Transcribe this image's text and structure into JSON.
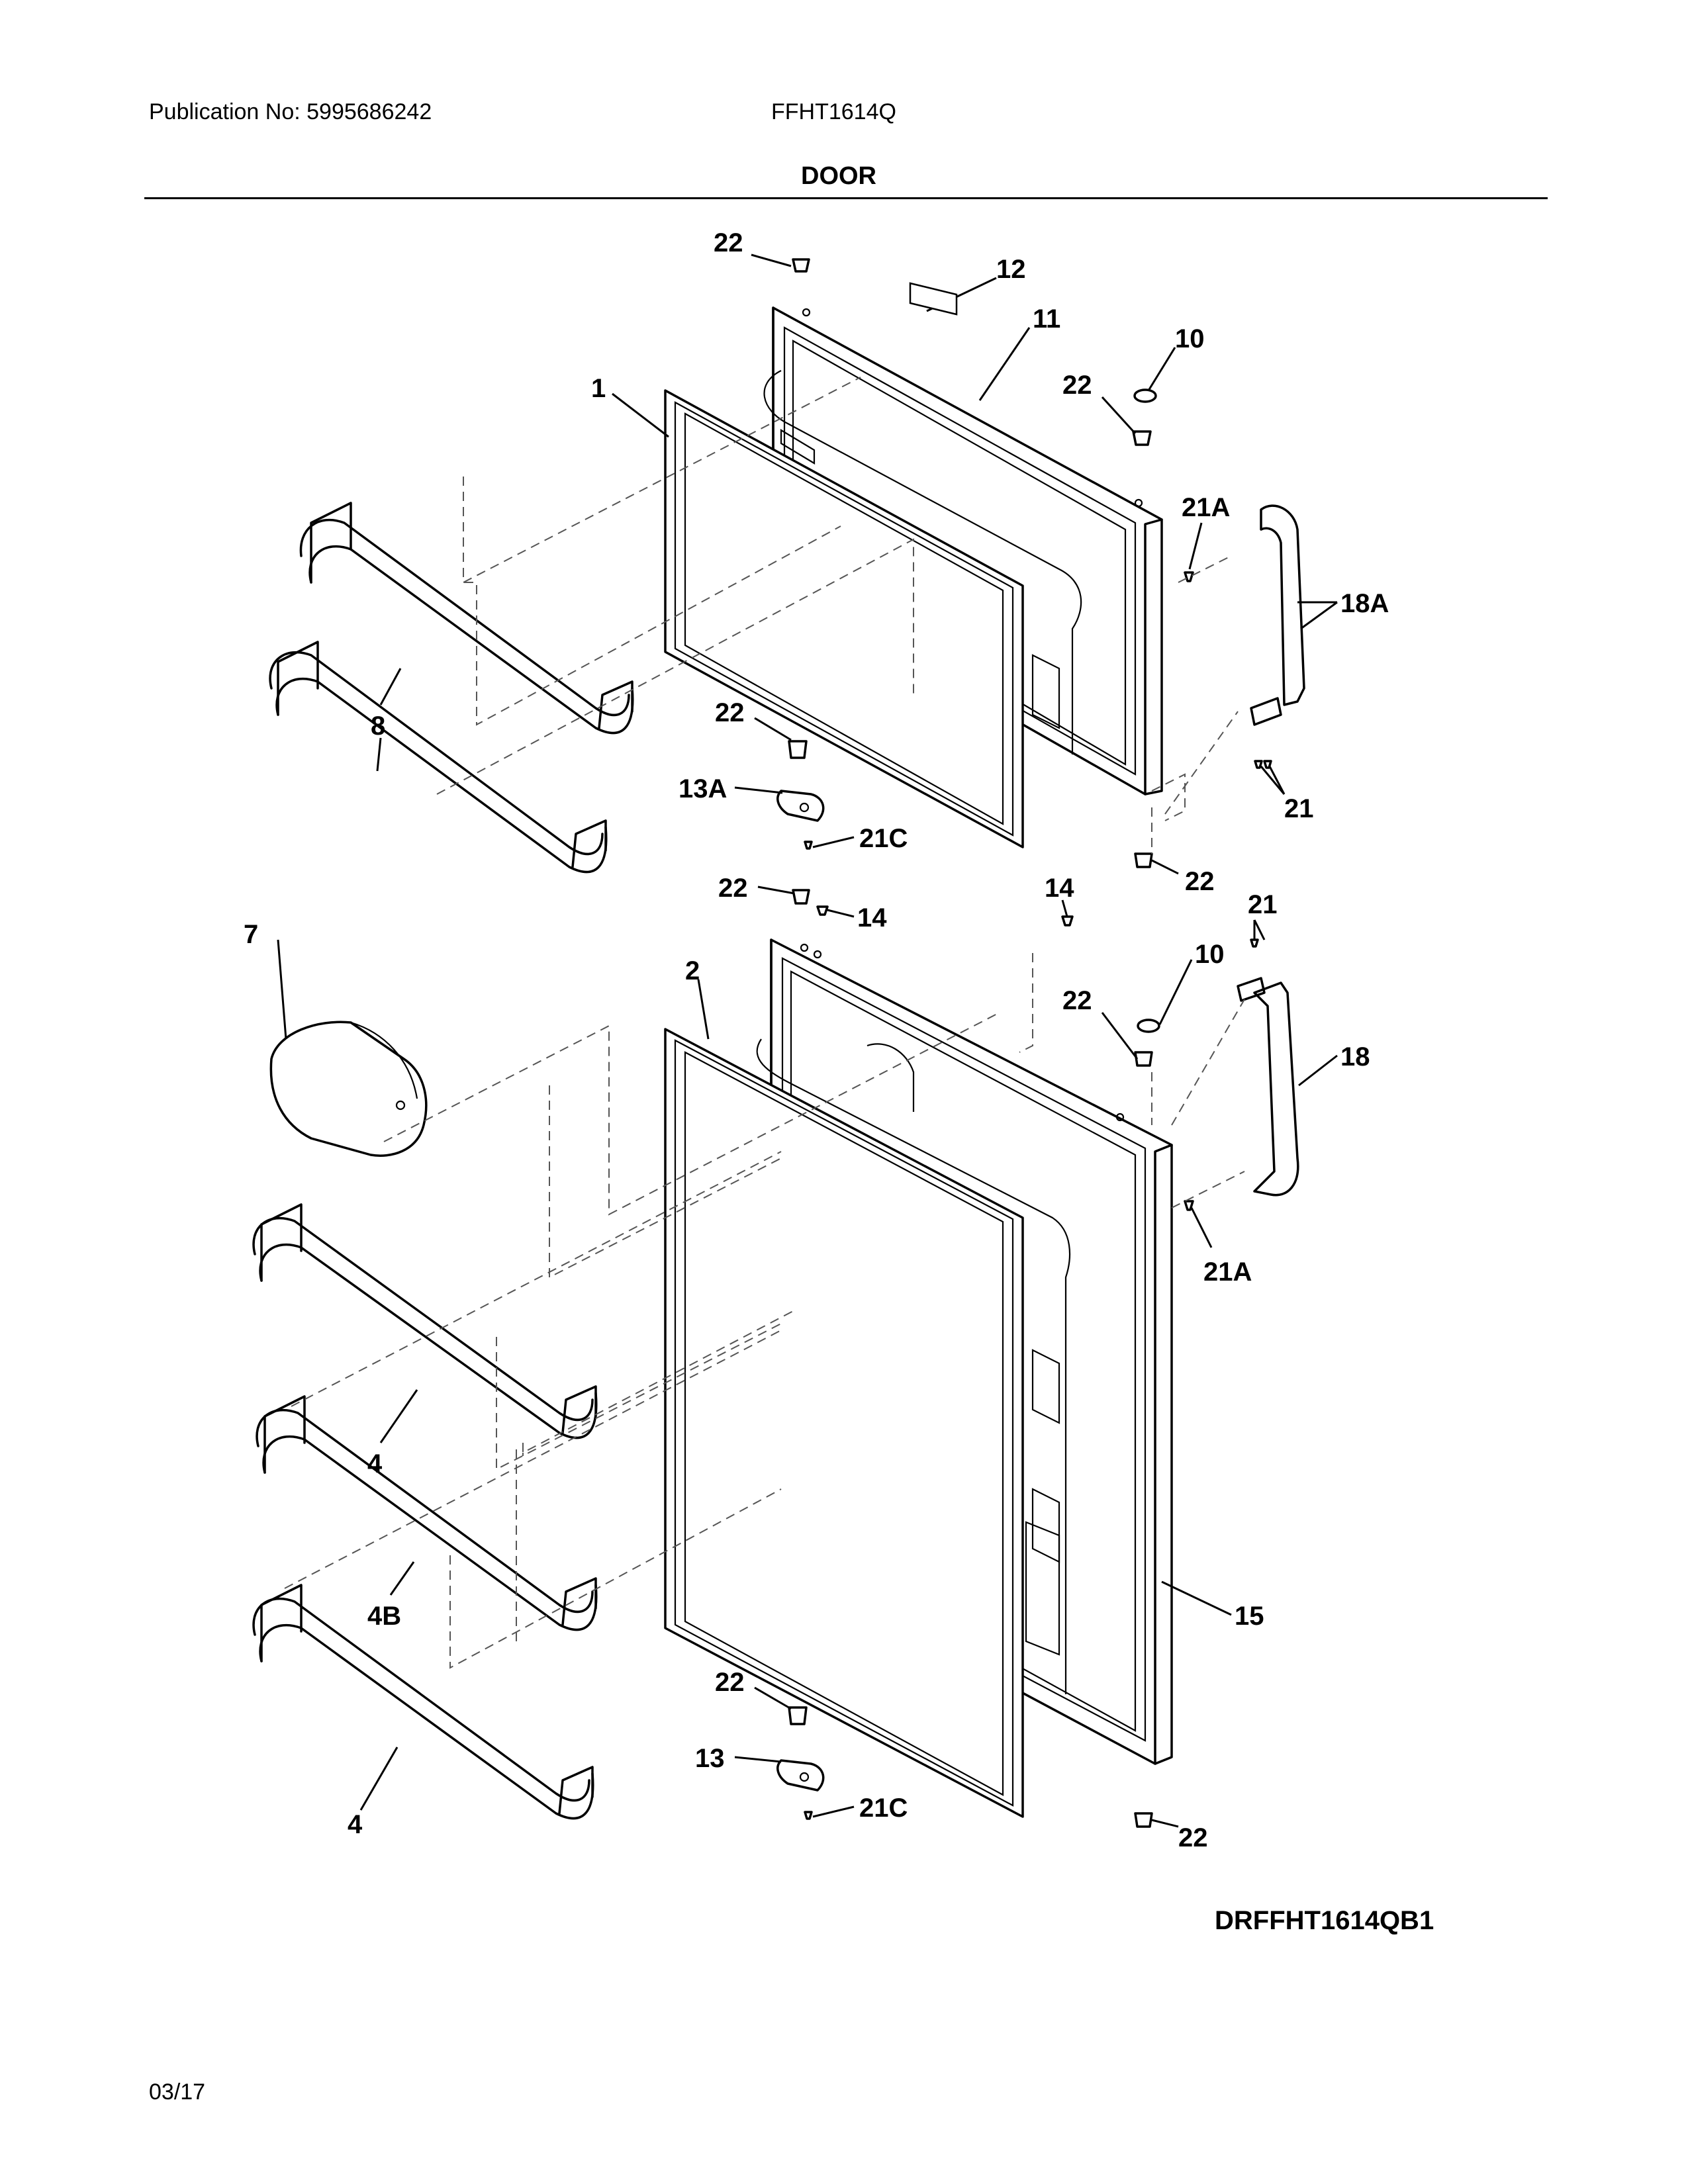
{
  "header": {
    "publication": "Publication No: 5995686242",
    "model": "FFHT1614Q",
    "section_title": "DOOR"
  },
  "footer": {
    "diagram_code": "DRFFHT1614QB1",
    "date": "03/17"
  },
  "callouts": {
    "c22_a": "22",
    "c12": "12",
    "c11": "11",
    "c10_a": "10",
    "c22_b": "22",
    "c1": "1",
    "c21A_a": "21A",
    "c18A": "18A",
    "c22_c": "22",
    "c8": "8",
    "c13A": "13A",
    "c21C_a": "21C",
    "c21_a": "21",
    "c22_d": "22",
    "c14_a": "14",
    "c22_e": "22",
    "c14_b": "14",
    "c21_b": "21",
    "c10_b": "10",
    "c7": "7",
    "c2": "2",
    "c22_f": "22",
    "c18": "18",
    "c21A_b": "21A",
    "c4_a": "4",
    "c4B": "4B",
    "c15": "15",
    "c22_g": "22",
    "c13": "13",
    "c21C_b": "21C",
    "c4_b": "4",
    "c22_h": "22"
  }
}
